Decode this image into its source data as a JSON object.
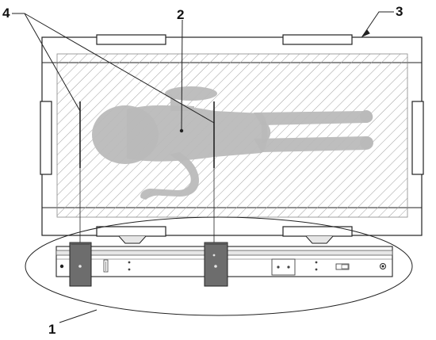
{
  "labels": {
    "ref_1": "1",
    "ref_2": "2",
    "ref_3": "3",
    "ref_4": "4"
  },
  "colors": {
    "line": "#222222",
    "hatch": "#9a9a9a",
    "figure_fill": "#b9b9b9",
    "sensor_fill": "#6d6d6d",
    "rail_fill": "#e6e6e6"
  },
  "icons": {
    "patient": "patient-silhouette-icon",
    "sensor": "sensor-clamp-icon"
  }
}
